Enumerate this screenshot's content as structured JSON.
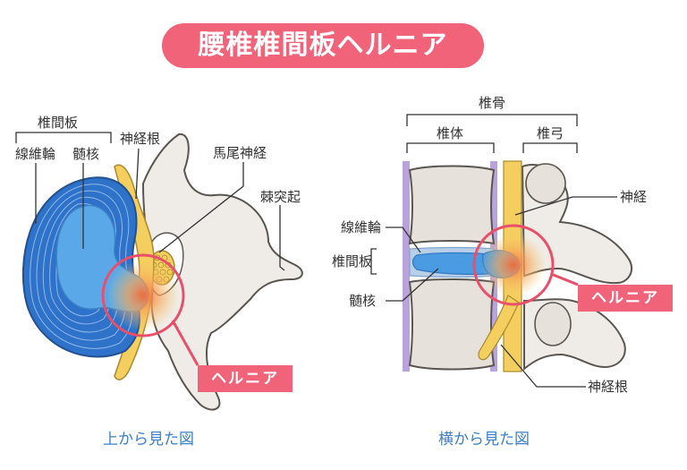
{
  "title": "腰椎椎間板ヘルニア",
  "top_view": {
    "caption": "上から見た図",
    "labels": {
      "disc": "椎間板",
      "annulus": "線維輪",
      "nucleus": "髄核",
      "nerve_root": "神経根",
      "cauda_equina": "馬尾神経",
      "spinous_process": "棘突起"
    },
    "hernia_tag": "ヘルニア"
  },
  "side_view": {
    "caption": "横から見た図",
    "labels": {
      "vertebra": "椎骨",
      "body": "椎体",
      "arch": "椎弓",
      "nerve": "神経",
      "annulus": "線維輪",
      "disc": "椎間板",
      "nucleus": "髄核",
      "nerve_root": "神経根"
    },
    "hernia_tag": "ヘルニア"
  },
  "colors": {
    "accent_pink": "#f06379",
    "disc_blue": "#2f72c9",
    "nucleus_blue": "#5aa8e8",
    "bone": "#efece7",
    "nerve_yellow": "#f4cf5f",
    "caption_blue": "#3a7fc9",
    "ligament_purple": "#b9a3dc"
  }
}
